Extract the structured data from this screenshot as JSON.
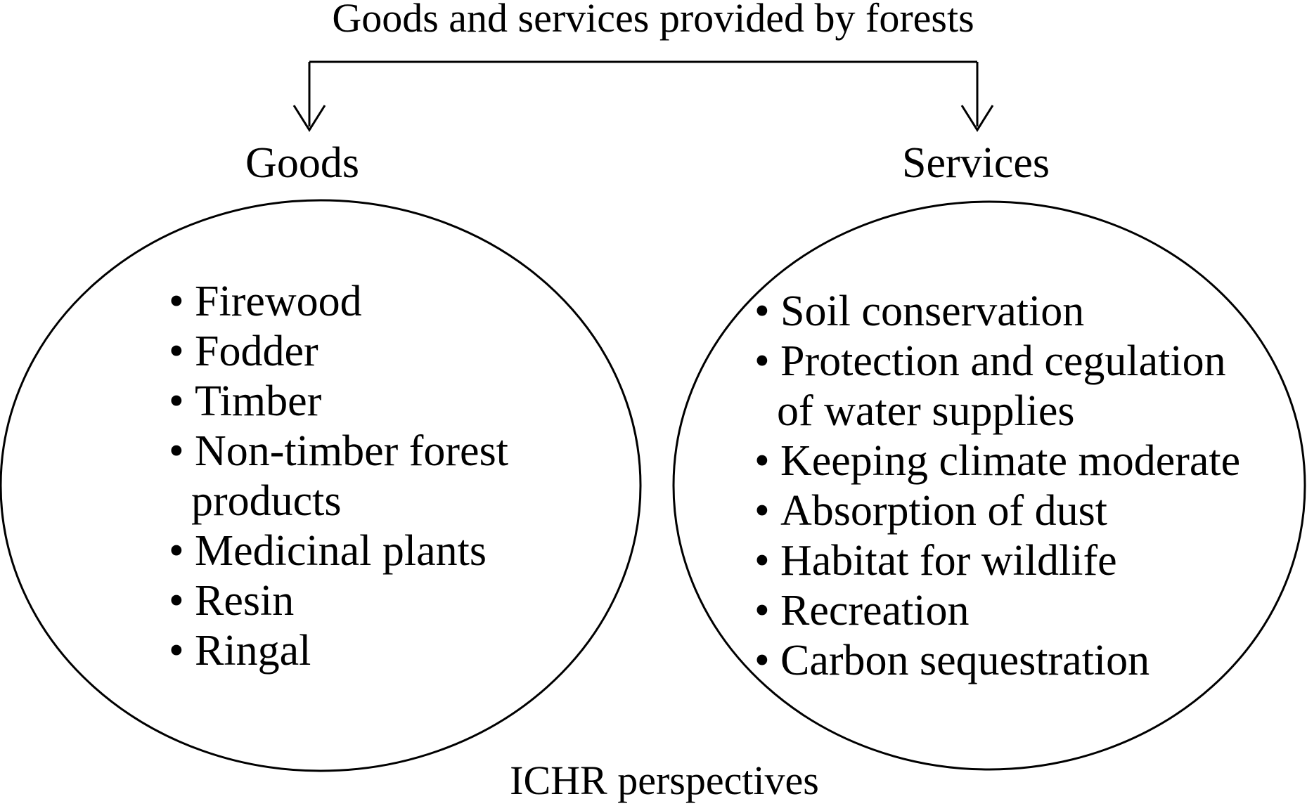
{
  "title": "Goods and services provided by forests",
  "goods": {
    "heading": "Goods",
    "items": [
      [
        "Firewood"
      ],
      [
        "Fodder"
      ],
      [
        "Timber"
      ],
      [
        "Non-timber forest",
        "products"
      ],
      [
        "Medicinal plants"
      ],
      [
        "Resin"
      ],
      [
        "Ringal"
      ]
    ]
  },
  "services": {
    "heading": "Services",
    "items": [
      [
        "Soil conservation"
      ],
      [
        "Protection and cegulation",
        "of water supplies"
      ],
      [
        "Keeping climate moderate"
      ],
      [
        "Absorption of dust"
      ],
      [
        "Habitat for wildlife"
      ],
      [
        "Recreation"
      ],
      [
        "Carbon sequestration"
      ]
    ]
  },
  "bullet": "•",
  "footer": "ICHR perspectives",
  "colors": {
    "stroke": "#000000",
    "text": "#000000",
    "background": "#ffffff"
  }
}
